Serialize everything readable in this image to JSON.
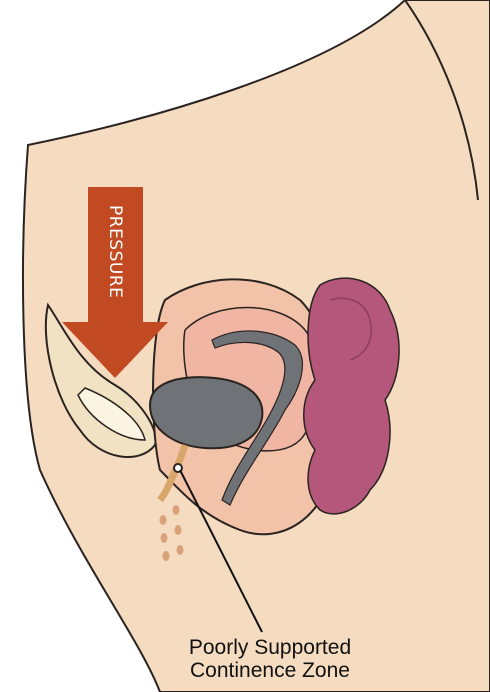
{
  "arrow": {
    "label": "PRESSURE",
    "color": "#c24a22"
  },
  "callout": {
    "line1": "Poorly Supported",
    "line2": "Continence Zone"
  },
  "colors": {
    "skin": "#f5dcc1",
    "skin_outline": "#2a2320",
    "bladder": "#6f7377",
    "uterus": "#f0b5a3",
    "colon": "#b4577a",
    "bone": "#f1e2c3"
  }
}
